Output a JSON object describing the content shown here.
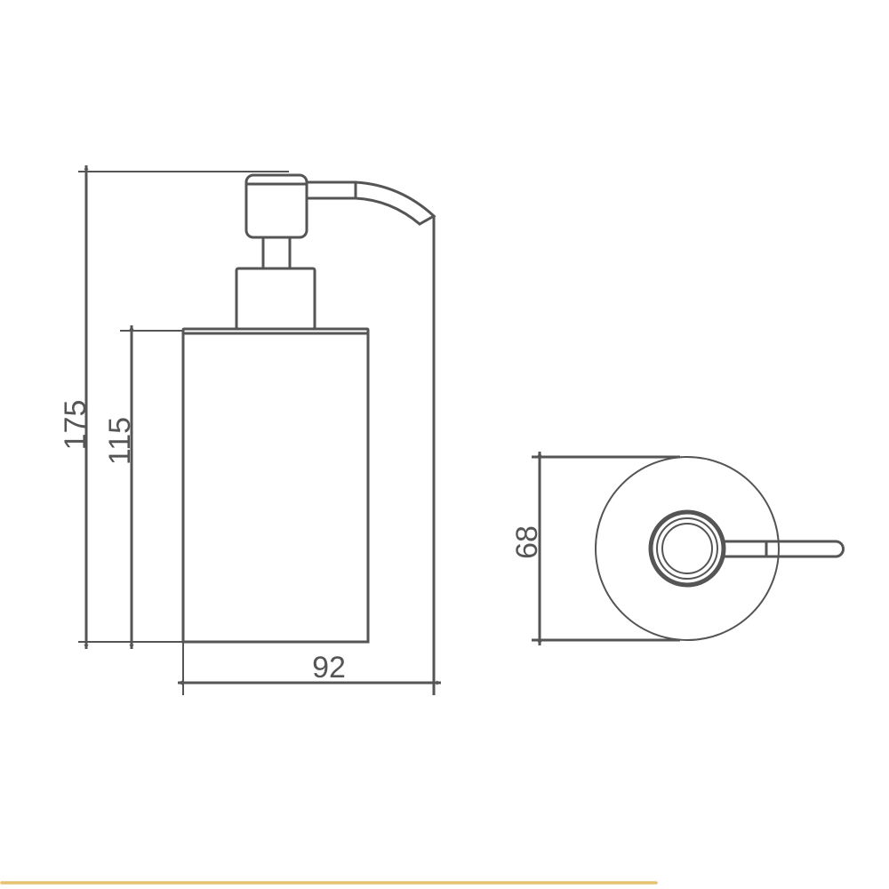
{
  "drawing": {
    "line_color": "#555555",
    "accent_line_color": "#e6c170",
    "front_view": {
      "parts": [
        "pump-cap",
        "pump-stem",
        "collar",
        "bottle-body",
        "spout"
      ],
      "dimensions": {
        "total_height": "175",
        "body_height": "115",
        "total_width": "92"
      }
    },
    "top_view": {
      "parts": [
        "body-circle",
        "pump-rings",
        "spout-arm"
      ],
      "dimensions": {
        "diameter": "68"
      }
    }
  }
}
